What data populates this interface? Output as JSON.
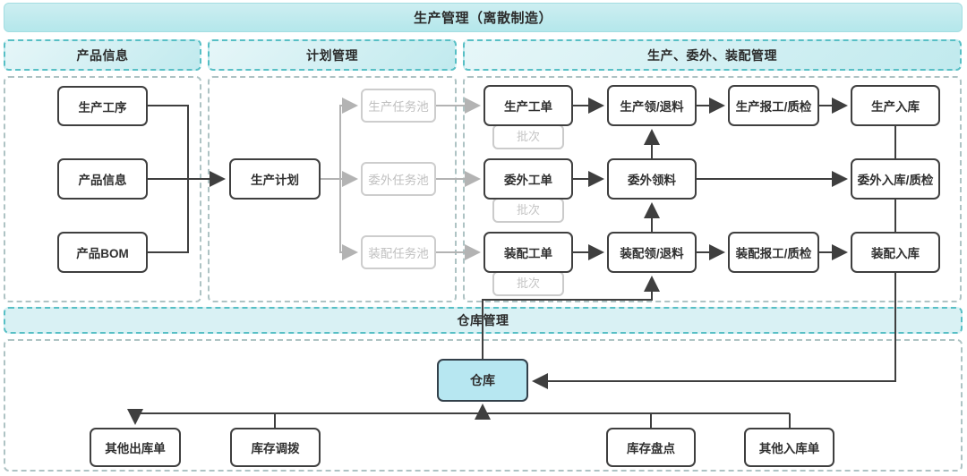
{
  "title_banner": "生产管理（离散制造）",
  "warehouse_banner": "仓库管理",
  "sections": {
    "product": "产品信息",
    "plan": "计划管理",
    "production": "生产、委外、装配管理"
  },
  "nodes": {
    "process": "生产工序",
    "product_info": "产品信息",
    "product_bom": "产品BOM",
    "production_plan": "生产计划",
    "production_task_pool": "生产任务池",
    "outsourcing_task_pool": "委外任务池",
    "assembly_task_pool": "装配任务池",
    "production_work_order": "生产工单",
    "outsourcing_work_order": "委外工单",
    "assembly_work_order": "装配工单",
    "batch": "批次",
    "production_material": "生产领/退料",
    "outsourcing_material": "委外领料",
    "assembly_material": "装配领/退料",
    "production_report": "生产报工/质检",
    "assembly_report": "装配报工/质检",
    "production_inbound": "生产入库",
    "outsourcing_inbound": "委外入库/质检",
    "assembly_inbound": "装配入库",
    "warehouse": "仓库",
    "other_outbound": "其他出库单",
    "inventory_transfer": "库存调拨",
    "inventory_count": "库存盘点",
    "other_inbound": "其他入库单"
  },
  "colors": {
    "top_banner_fill": "#bfe9ed",
    "section_header_fill": "#cceef1",
    "warehouse_banner_fill": "#d9f1f4",
    "teal_dashed_border": "#57bfc5",
    "gray_dashed_border": "#aec3c4",
    "node_border": "#3f3f3f",
    "muted_gray": "#c4c4c4",
    "warehouse_fill": "#b7e7f1",
    "line_color": "#3f3f3f",
    "muted_line_color": "#b3b3b3"
  }
}
